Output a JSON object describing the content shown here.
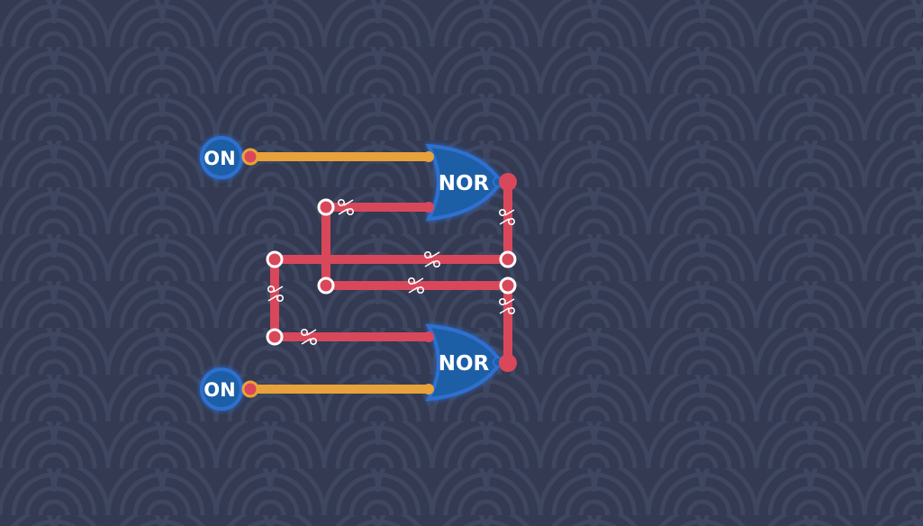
{
  "colors": {
    "background": "#333a52",
    "pattern": "#3e4660",
    "wire_on": "#e8a23a",
    "wire_off": "#d9475a",
    "node_blue": "#1f5fa6",
    "node_glow": "#2f6fd0",
    "text": "#ffffff"
  },
  "inputs": [
    {
      "label": "ON"
    },
    {
      "label": "ON"
    }
  ],
  "gates": [
    {
      "label": "NOR"
    },
    {
      "label": "NOR"
    }
  ],
  "icons": {
    "wire_cut": "scissors-icon"
  }
}
